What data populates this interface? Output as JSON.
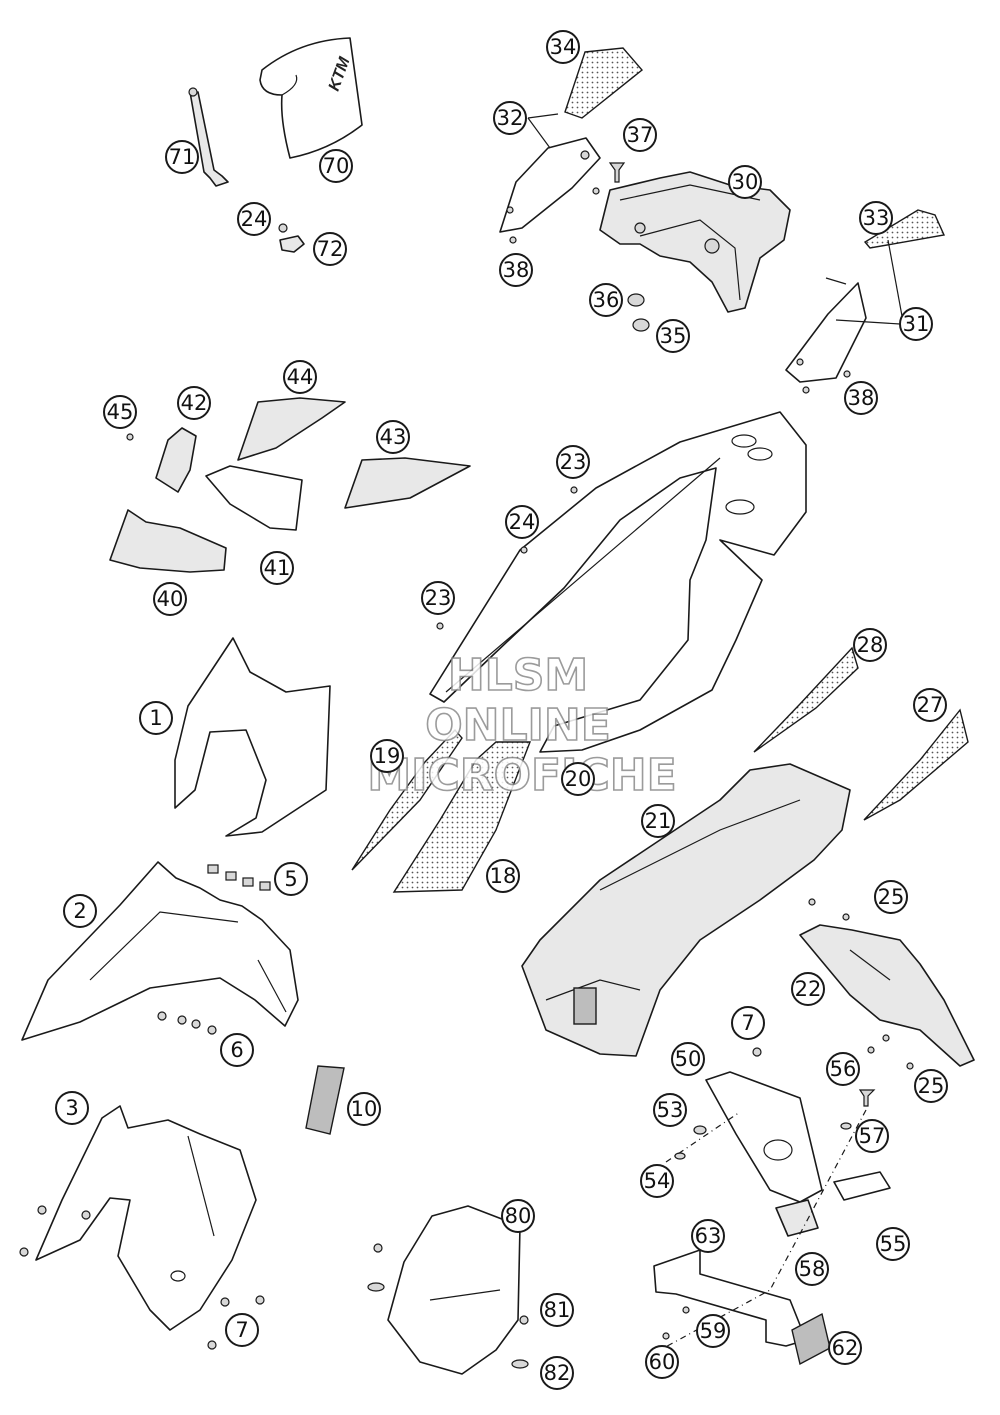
{
  "watermark": {
    "line1": "HLSM",
    "line2": "ONLINE",
    "line3": "MICROFICHE"
  },
  "logo_text": "KTM",
  "callouts": [
    "1",
    "2",
    "3",
    "5",
    "6",
    "7",
    "10",
    "18",
    "19",
    "20",
    "21",
    "22",
    "23",
    "24",
    "25",
    "27",
    "28",
    "30",
    "31",
    "32",
    "33",
    "34",
    "35",
    "36",
    "37",
    "38",
    "40",
    "41",
    "42",
    "43",
    "44",
    "45",
    "50",
    "53",
    "54",
    "55",
    "56",
    "57",
    "58",
    "59",
    "60",
    "62",
    "63",
    "70",
    "71",
    "72",
    "80",
    "81",
    "82"
  ],
  "colors": {
    "line": "#1a1a1a",
    "part_fill": "#e8e8e8",
    "watermark_stroke": "#8a8a8a"
  }
}
